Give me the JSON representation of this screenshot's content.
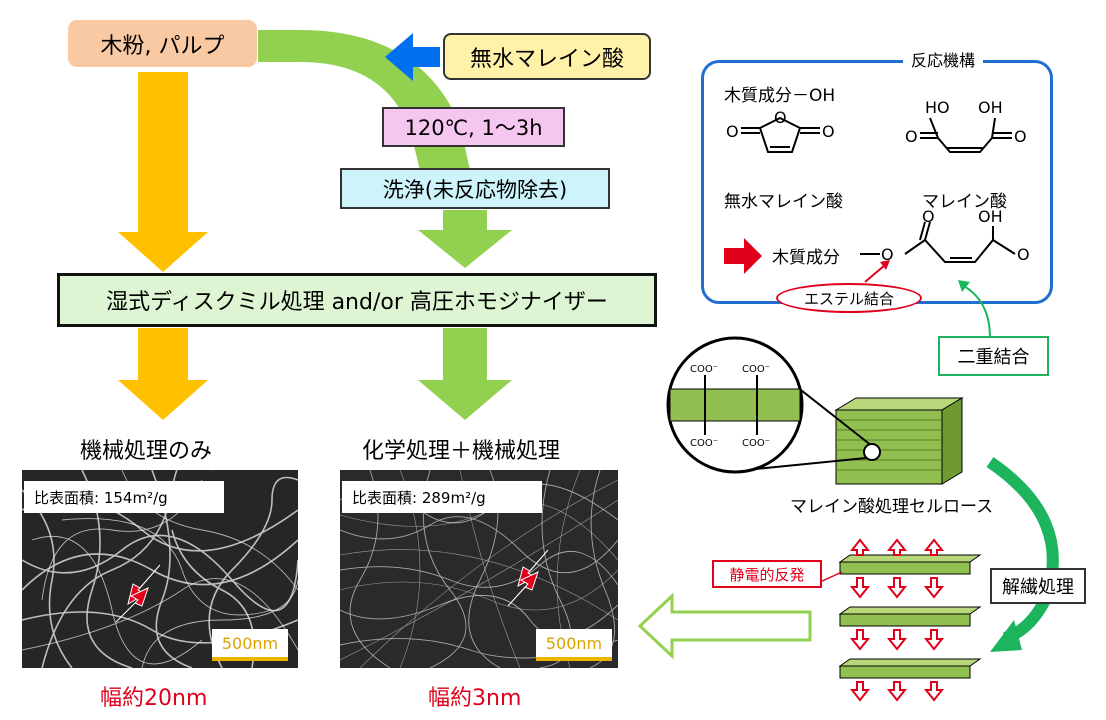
{
  "start": "木粉, パルプ",
  "reagent": "無水マレイン酸",
  "condition": "120℃, 1～3h",
  "wash": "洗浄(未反応物除去)",
  "process": "湿式ディスクミル処理 and/or 高圧ホモジナイザー",
  "left_branch": {
    "title": "機械処理のみ",
    "surface": "比表面積: 154m²/g",
    "scale": "500nm",
    "width": "幅約20nm"
  },
  "right_branch": {
    "title": "化学処理＋機械処理",
    "surface": "比表面積: 289m²/g",
    "scale": "500nm",
    "width": "幅約3nm"
  },
  "mechanism": {
    "title": "反応機構",
    "wood_oh": "木質成分－OH",
    "anhydride": "無水マレイン酸",
    "maleic_acid": "マレイン酸",
    "wood": "木質成分",
    "oh": "OH",
    "ho": "HO",
    "o": "O",
    "ester_bond": "エステル結合",
    "double_bond": "二重結合"
  },
  "cellulose": {
    "coo": "COO⁻",
    "label": "マレイン酸処理セルロース",
    "defibration": "解繊処理",
    "repulsion": "静電的反発"
  },
  "colors": {
    "orange_arrow": "#ffc000",
    "green_arrow": "#92d050",
    "blue_arrow": "#0070f0",
    "red": "#e0001b",
    "mechanism_border": "#1f6fd1",
    "green_curve": "#1cb55e"
  }
}
